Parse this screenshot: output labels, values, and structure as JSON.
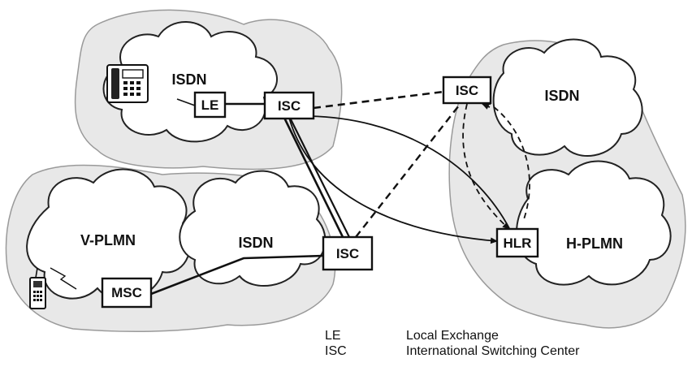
{
  "diagram": {
    "regions": {
      "top_left": {
        "cloud_label": "ISDN"
      },
      "bottom_left": {
        "left_cloud_label": "V-PLMN",
        "right_cloud_label": "ISDN"
      },
      "right": {
        "top_cloud_label": "ISDN",
        "bottom_cloud_label": "H-PLMN"
      }
    },
    "nodes": {
      "le": "LE",
      "isc_top": "ISC",
      "isc_right": "ISC",
      "isc_bottom": "ISC",
      "msc": "MSC",
      "hlr": "HLR"
    },
    "icons": [
      "telephone-icon",
      "mobile-phone-icon"
    ],
    "legend": [
      {
        "abbr": "LE",
        "meaning": "Local Exchange"
      },
      {
        "abbr": "ISC",
        "meaning": "International Switching Center"
      }
    ]
  }
}
